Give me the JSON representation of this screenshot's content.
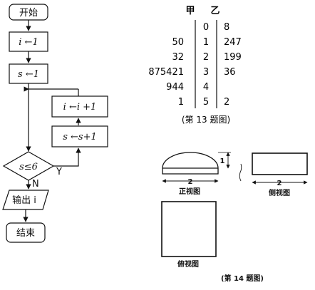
{
  "flowchart": {
    "start": "开始",
    "init_i": "i ←1",
    "init_s": "s ←1",
    "update_i": "i ←i +1",
    "update_s": "s ←s+1",
    "condition": "s≤6",
    "yes_label": "Y",
    "no_label": "N",
    "output": "输出 i",
    "end": "结束"
  },
  "stem_leaf": {
    "header_left": "甲",
    "header_right": "乙",
    "rows": [
      {
        "left": "",
        "stem": "0",
        "right": "8"
      },
      {
        "left": "50",
        "stem": "1",
        "right": "247"
      },
      {
        "left": "32",
        "stem": "2",
        "right": "199"
      },
      {
        "left": "875421",
        "stem": "3",
        "right": "36"
      },
      {
        "left": "944",
        "stem": "4",
        "right": ""
      },
      {
        "left": "1",
        "stem": "5",
        "right": "2"
      }
    ],
    "caption": "(第 13 题图)"
  },
  "three_view": {
    "front_label": "正视图",
    "side_label": "侧视图",
    "top_label": "俯视图",
    "dim_width": "2",
    "dim_height": "1",
    "side_width": "2",
    "caption": "(第 14 题图)"
  }
}
